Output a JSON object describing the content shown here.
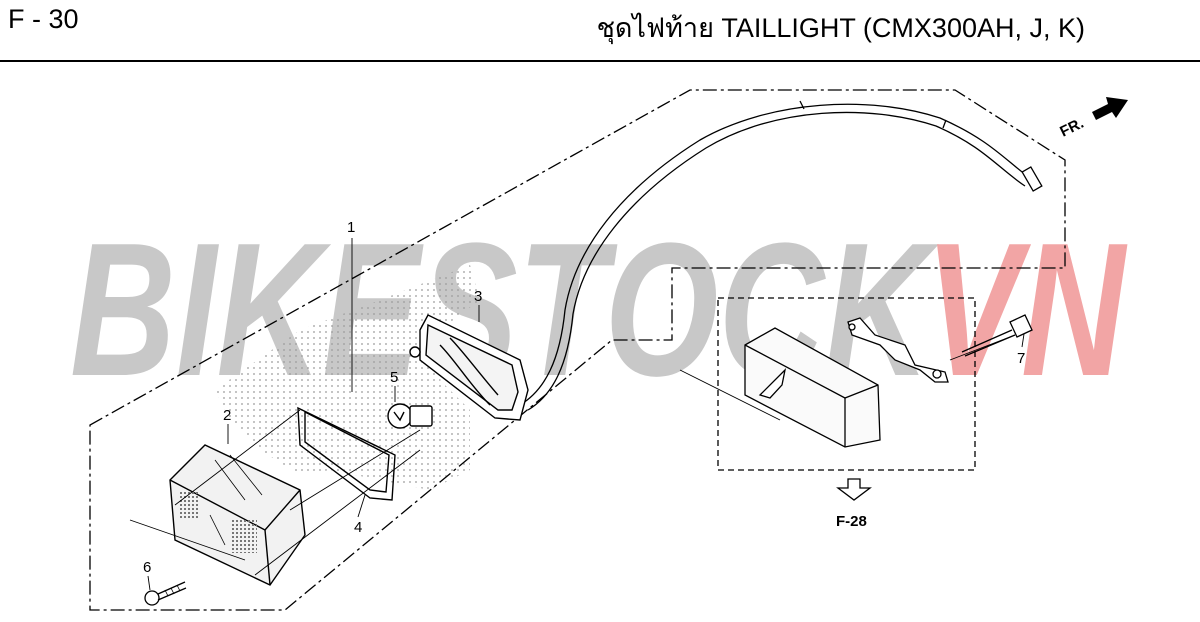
{
  "header": {
    "page_code": "F - 30",
    "title": "ชุดไฟท้าย  TAILLIGHT (CMX300AH, J, K)"
  },
  "watermark": {
    "text_main": "BIKESTOCK",
    "text_accent": "VN",
    "color_main": "#c8c8c8",
    "color_accent": "#f2a5a5"
  },
  "diagram": {
    "direction_label": "FR.",
    "reference_label": "F-28",
    "callouts": [
      "1",
      "2",
      "3",
      "4",
      "5",
      "6",
      "7"
    ]
  }
}
